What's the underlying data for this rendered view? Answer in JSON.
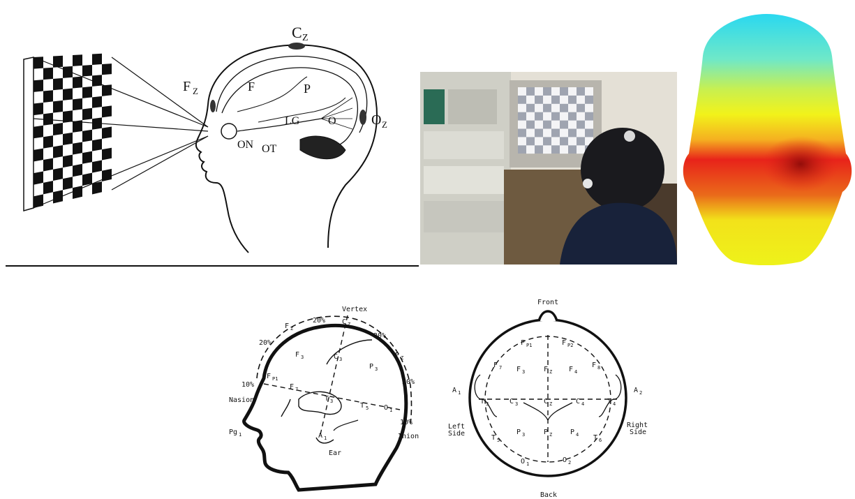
{
  "visual_pathway": {
    "labels": {
      "cz": "C",
      "cz_sub": "Z",
      "fz": "F",
      "fz_sub": "Z",
      "oz": "O",
      "oz_sub": "Z",
      "frontal": "F",
      "parietal": "P",
      "occipital": "O",
      "lateral_geniculate": "LG",
      "optic_nerve": "ON",
      "optic_tract": "OT"
    }
  },
  "side_view": {
    "labels": {
      "vertex": "Vertex",
      "pct_top": "20%",
      "pct_top_right": "20%",
      "pct_upper_left": "20%",
      "pct_right": "20%",
      "pct_nasion": "10%",
      "pct_inion": "10%",
      "nasion": "Nasion",
      "inion": "Inion",
      "ear": "Ear",
      "fz": "F",
      "fz_sub": "Z",
      "cz": "C",
      "cz_sub": "Z",
      "pz": "P",
      "pz_sub": "Z",
      "f3": "F",
      "f3_sub": "3",
      "c3": "C",
      "c3_sub": "3",
      "p3": "P",
      "p3_sub": "3",
      "fp1": "F",
      "fp1_sub": "P1",
      "f7": "F",
      "f7_sub": "7",
      "t3": "T",
      "t3_sub": "3",
      "t5": "T",
      "t5_sub": "5",
      "o1": "O",
      "o1_sub": "1",
      "a1": "A",
      "a1_sub": "1",
      "pg1": "Pg",
      "pg1_sub": "1"
    }
  },
  "top_view": {
    "labels": {
      "front": "Front",
      "back": "Back",
      "left_side_1": "Left",
      "left_side_2": "Side",
      "right_side_1": "Right",
      "right_side_2": "Side",
      "fp1": "F",
      "fp1_sub": "P1",
      "fp2": "F",
      "fp2_sub": "P2",
      "f7": "F",
      "f7_sub": "7",
      "f3": "F",
      "f3_sub": "3",
      "fz": "F",
      "fz_sub": "Z",
      "f4": "F",
      "f4_sub": "4",
      "f8": "F",
      "f8_sub": "8",
      "a1": "A",
      "a1_sub": "1",
      "t3": "T",
      "t3_sub": "3",
      "c3": "C",
      "c3_sub": "3",
      "cz": "C",
      "cz_sub": "Z",
      "c4": "C",
      "c4_sub": "4",
      "t4": "T",
      "t4_sub": "4",
      "a2": "A",
      "a2_sub": "2",
      "t5": "T",
      "t5_sub": "5",
      "p3": "P",
      "p3_sub": "3",
      "pz": "P",
      "pz_sub": "Z",
      "p4": "P",
      "p4_sub": "4",
      "t6": "T",
      "t6_sub": "6",
      "o1": "O",
      "o1_sub": "1",
      "o2": "O",
      "o2_sub": "2"
    }
  },
  "colors": {
    "ink": "#111111",
    "heat_low": "#2ad8f0",
    "heat_mid": "#f2f21a",
    "heat_high": "#e8231a",
    "heat_peak": "#8a0a08"
  }
}
